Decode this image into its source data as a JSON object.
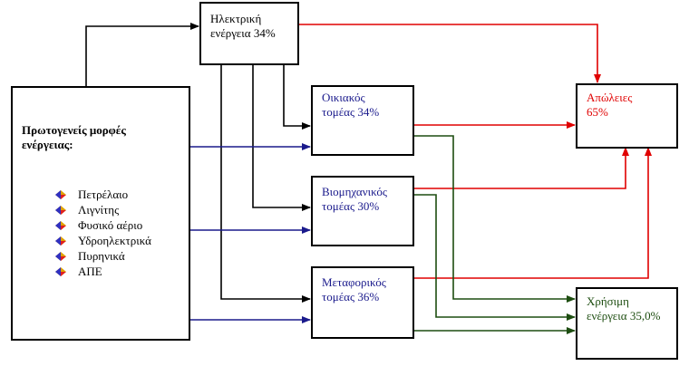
{
  "sources": {
    "title_line1": "Πρωτογενείς μορφές",
    "title_line2": "ενέργειας:",
    "items": [
      "Πετρέλαιο",
      "Λιγνίτης",
      "Φυσικό αέριο",
      "Υδροηλεκτρικά",
      "Πυρηνικά",
      "ΑΠΕ"
    ]
  },
  "electric": {
    "line1": "Ηλεκτρική",
    "line2": "ενέργεια 34%"
  },
  "residential": {
    "line1": "Οικιακός",
    "line2": "τομέας 34%"
  },
  "industrial": {
    "line1": "Βιομηχανικός",
    "line2": "τομέας 30%"
  },
  "transport": {
    "line1": "Μεταφορικός",
    "line2": "τομέας 36%"
  },
  "losses": {
    "line1": "Απώλειες",
    "line2": "65%"
  },
  "useful": {
    "line1": "Χρήσιμη",
    "line2": "ενέργεια 35,0%"
  },
  "colors": {
    "black": "#000000",
    "blue": "#1a1a8c",
    "red": "#e00000",
    "green": "#1d4d10"
  }
}
